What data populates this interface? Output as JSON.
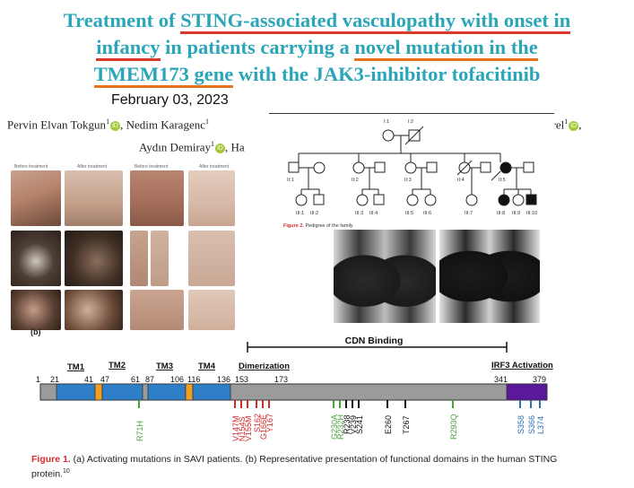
{
  "header": {
    "title_line1_a": "Treatment of ",
    "title_line1_b": "STING-associated vasculopathy with onset in",
    "title_line2_a": "infancy",
    "title_line2_b": " in patients carrying a ",
    "title_line2_c": "novel mutation in the",
    "title_line3_a": "TMEM173 gene",
    "title_line3_b": " with the JAK3-inhibitor tofacitinib",
    "date": "February 03, 2023"
  },
  "authors": {
    "line1_left": "Pervin Elvan Tokgun",
    "line1_mid": ", Nedim Karagenc",
    "line1_right": "urel",
    "line1_end": ",",
    "line2_a": "Aydın Demiray",
    "line2_b": ", Ha",
    "orcid_glyph": "iD",
    "sup": "1"
  },
  "photos": {
    "col_labels": [
      "Before treatment",
      "After treatment",
      "Before treatment",
      "After treatment"
    ],
    "panel_label": "(b)"
  },
  "pedigree": {
    "labels": [
      "I:1",
      "I:2",
      "II:1",
      "II:2",
      "II:3",
      "II:4",
      "II:5",
      "III:1",
      "III:2",
      "III:3",
      "III:4",
      "III:5",
      "III:6",
      "III:7",
      "III:8",
      "III:9",
      "III:10"
    ],
    "caption_label": "Figure 2.",
    "caption_text": " Pedigree of the family"
  },
  "diagram": {
    "cdn_label": "CDN Binding",
    "dimer_label": "Dimerization",
    "irf3_label": "IRF3 Activation",
    "tm_labels": [
      "TM1",
      "TM2",
      "TM3",
      "TM4"
    ],
    "positions": [
      "1",
      "21",
      "41",
      "47",
      "61",
      "87",
      "106",
      "116",
      "136",
      "153",
      "173",
      "341",
      "379"
    ],
    "mutations_green": [
      "R71H",
      "G230A",
      "R232H",
      "R293Q"
    ],
    "mutations_red": [
      "V147M",
      "N154S",
      "V155M",
      "S162",
      "G166E",
      "Y167"
    ],
    "mutations_black": [
      "R238",
      "V239",
      "S241",
      "E260",
      "T267"
    ],
    "mutations_blue": [
      "S358",
      "S366",
      "L374"
    ]
  },
  "figure1": {
    "label": "Figure 1.",
    "text": " (a) Activating mutations in SAVI patients. (b) Representative presentation of functional domains in the human STING protein.",
    "sup": "10"
  },
  "colors": {
    "title": "#2aa6b8",
    "underline_red": "#d93a2b",
    "underline_orange": "#e8731e",
    "tm_blue": "#2f7fc8",
    "linker_orange": "#f0a020",
    "irf3_purple": "#5a189a",
    "mut_red": "#d42a2a",
    "mut_green": "#4aa33a",
    "mut_blue": "#2f6fb5"
  }
}
